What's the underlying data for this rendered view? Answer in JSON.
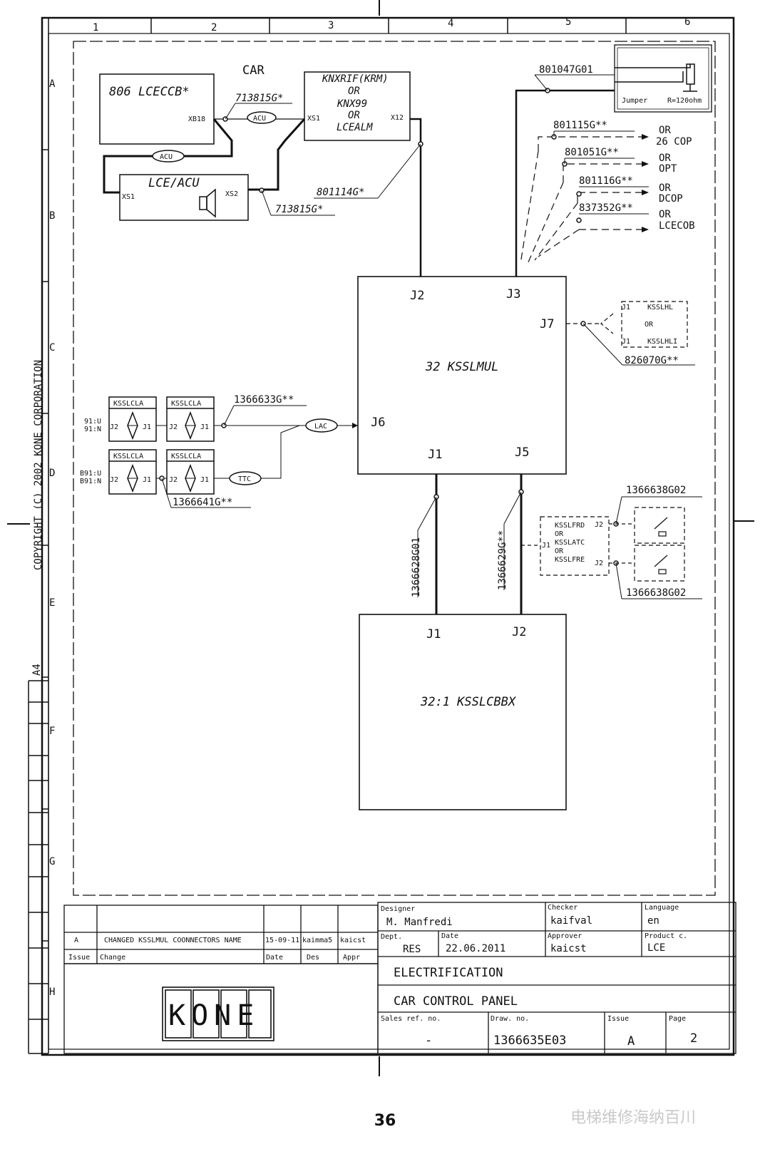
{
  "border": {
    "columns": [
      "1",
      "2",
      "3",
      "4",
      "5",
      "6"
    ],
    "rows": [
      "A",
      "B",
      "C",
      "D",
      "E",
      "F",
      "G",
      "H"
    ],
    "copyright": "COPYRIGHT (C) 2002 KONE CORPORATION",
    "paper_size": "A4"
  },
  "diagram": {
    "car_label": "CAR",
    "lceccb": {
      "title": "806 LCECCB*",
      "port": "XB18"
    },
    "knxrif": {
      "lines": [
        "KNXRIF(KRM)",
        "OR",
        "KNX99",
        "OR",
        "LCEALM"
      ],
      "port_left": "XS1",
      "port_right": "X12"
    },
    "lce_acu": {
      "title": "LCE/ACU",
      "port_left": "XS1",
      "port_right": "XS2"
    },
    "acu_upper": "ACU",
    "acu_lower": "ACU",
    "cable_713815_top": "713815G*",
    "cable_713815_bottom": "713815G*",
    "cable_801114": "801114G*",
    "jumper_box": {
      "cable": "801047G01",
      "jumper": "Jumper",
      "resistor": "R=120ohm"
    },
    "options": [
      {
        "cable": "801115G**",
        "or": "OR",
        "name": "26 COP"
      },
      {
        "cable": "801051G**",
        "or": "OR",
        "name": "OPT"
      },
      {
        "cable": "801116G**",
        "or": "OR",
        "name": "DCOP"
      },
      {
        "cable": "837352G**",
        "or": "OR",
        "name": "LCECOB"
      }
    ],
    "ksslmul": {
      "title": "32 KSSLMUL",
      "j2": "J2",
      "j3": "J3",
      "j7": "J7",
      "j6": "J6",
      "j1": "J1",
      "j5": "J5"
    },
    "ksslhl": {
      "j1_top": "J1",
      "top": "KSSLHL",
      "or": "OR",
      "j1_bottom": "J1",
      "bottom": "KSSLHLI",
      "cable": "826070G**"
    },
    "ksslcla": {
      "title": "KSSLCLA",
      "row1_labels": [
        "91:U",
        "91:N"
      ],
      "row2_labels": [
        "B91:U",
        "B91:N"
      ],
      "j1": "J1",
      "j2": "J2",
      "cable_top": "1366633G**",
      "cable_bottom": "1366641G**",
      "lac": "LAC",
      "ttc": "TTC"
    },
    "cable_j1": "1366628G01",
    "cable_j5": "1366629G**",
    "ksslfrd": {
      "lines": [
        "KSSLFRD",
        "OR",
        "KSSLATC",
        "OR",
        "KSSLFRE"
      ],
      "j1": "J1",
      "j2": "J2",
      "cable_top": "1366638G02",
      "cable_bottom": "1366638G02"
    },
    "ksslcbbx": {
      "title": "32:1 KSSLCBBX",
      "j1": "J1",
      "j2": "J2"
    }
  },
  "title_block": {
    "revision": {
      "issue": "A",
      "change": "CHANGED KSSLMUL COONNECTORS NAME",
      "date": "15-09-11",
      "des": "kaimma5",
      "appr": "kaicst"
    },
    "rev_headers": {
      "issue": "Issue",
      "change": "Change",
      "date": "Date",
      "des": "Des",
      "appr": "Appr"
    },
    "designer_label": "Designer",
    "designer": "M. Manfredi",
    "checker_label": "Checker",
    "checker": "kaifval",
    "language_label": "Language",
    "language": "en",
    "dept_label": "Dept.",
    "dept": "RES",
    "date_label": "Date",
    "date": "22.06.2011",
    "approver_label": "Approver",
    "approver": "kaicst",
    "product_label": "Product c.",
    "product": "LCE",
    "title1": "ELECTRIFICATION",
    "title2": "CAR CONTROL PANEL",
    "sales_label": "Sales ref. no.",
    "sales": "-",
    "draw_label": "Draw. no.",
    "draw": "1366635E03",
    "issue_label": "Issue",
    "issue": "A",
    "page_label": "Page",
    "page": "2",
    "logo": "KONE"
  },
  "page_number": "36",
  "watermark": "电梯维修海纳百川"
}
